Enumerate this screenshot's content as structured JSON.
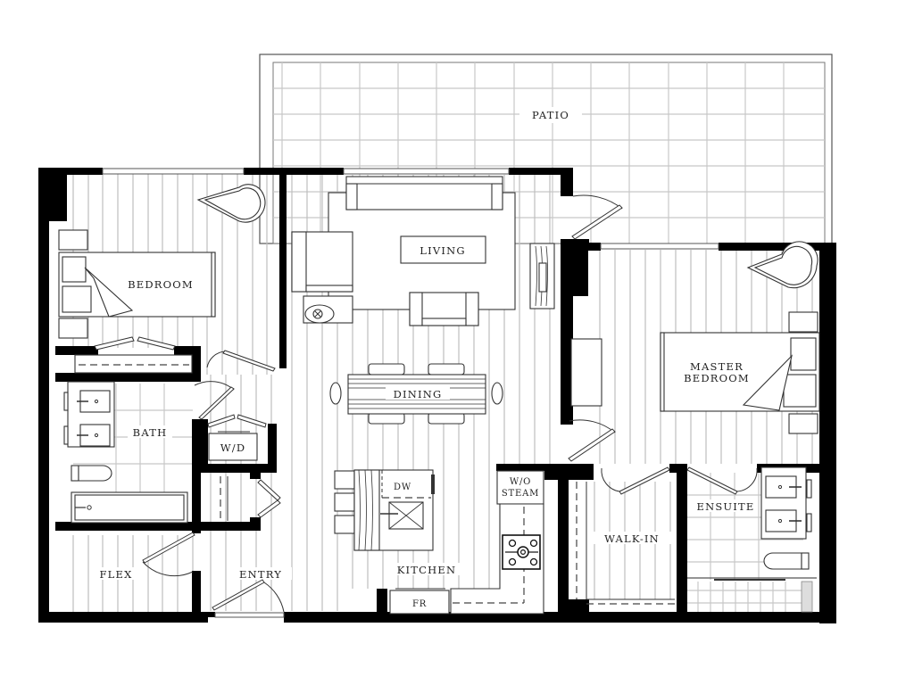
{
  "floorplan": {
    "rooms": {
      "patio": {
        "label": "PATIO"
      },
      "bedroom": {
        "label": "BEDROOM"
      },
      "living": {
        "label": "LIVING"
      },
      "dining": {
        "label": "DINING"
      },
      "master_bedroom": {
        "label_line1": "MASTER",
        "label_line2": "BEDROOM"
      },
      "bath": {
        "label": "BATH"
      },
      "washer_dryer": {
        "label": "W/D"
      },
      "flex": {
        "label": "FLEX"
      },
      "entry": {
        "label": "ENTRY"
      },
      "kitchen": {
        "label": "KITCHEN"
      },
      "walk_in": {
        "label": "WALK-IN"
      },
      "ensuite": {
        "label": "ENSUITE"
      }
    },
    "appliances": {
      "dishwasher": {
        "label": "DW"
      },
      "wall_oven_steam": {
        "label_line1": "W/O",
        "label_line2": "STEAM"
      },
      "fridge": {
        "label": "FR"
      }
    },
    "colors": {
      "wall": "#000000",
      "floor_lines": "#bdbdbd",
      "tile_lines": "#c8c8c8",
      "furniture_stroke": "#333333",
      "background": "#ffffff"
    }
  }
}
